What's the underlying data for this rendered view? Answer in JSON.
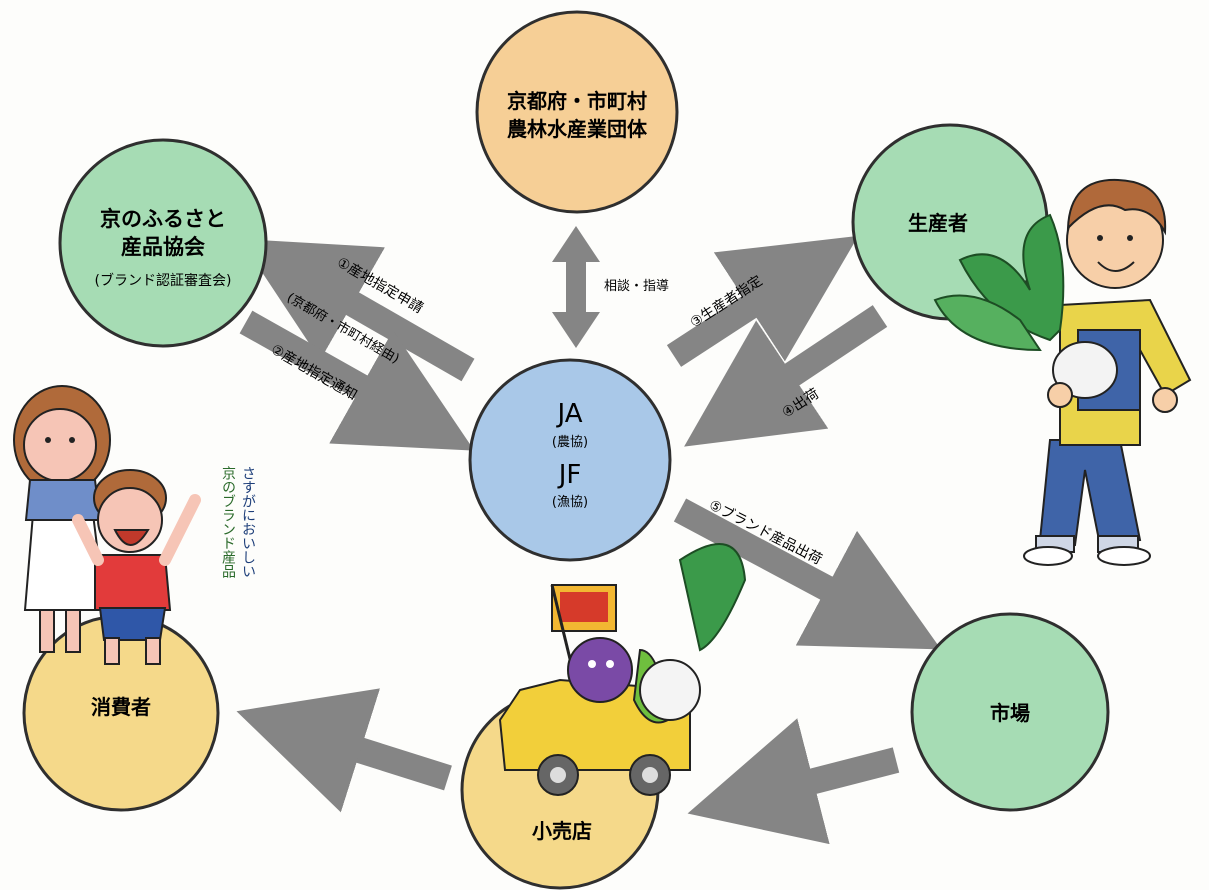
{
  "nodes": {
    "gov": [
      "京都府・市町村",
      "農林水産業団体"
    ],
    "assoc": [
      "京のふるさと",
      "産品協会"
    ],
    "assoc_sub": "(ブランド認証審査会)",
    "producer": "生産者",
    "ja": "JA",
    "ja_sub": "(農協)",
    "jf": "JF",
    "jf_sub": "(漁協)",
    "consumer": "消費者",
    "retail": "小売店",
    "market": "市場"
  },
  "arrows": {
    "a1": "①産地指定申請",
    "a1_sub": "(京都府・市町村経由)",
    "a2": "②産地指定通知",
    "a3": "③生産者指定",
    "a4": "④出荷",
    "a5": "⑤ブランド産品出荷",
    "consult": "相談・指導"
  },
  "speech": [
    "さすがにおいしい",
    "京のブランド産品"
  ],
  "colors": {
    "orange": "#f6cf96",
    "green": "#a6dcb4",
    "blue": "#a9c8e8",
    "yellow": "#f5d98a",
    "arrow": "#858585",
    "outline": "#2f2f2f"
  }
}
